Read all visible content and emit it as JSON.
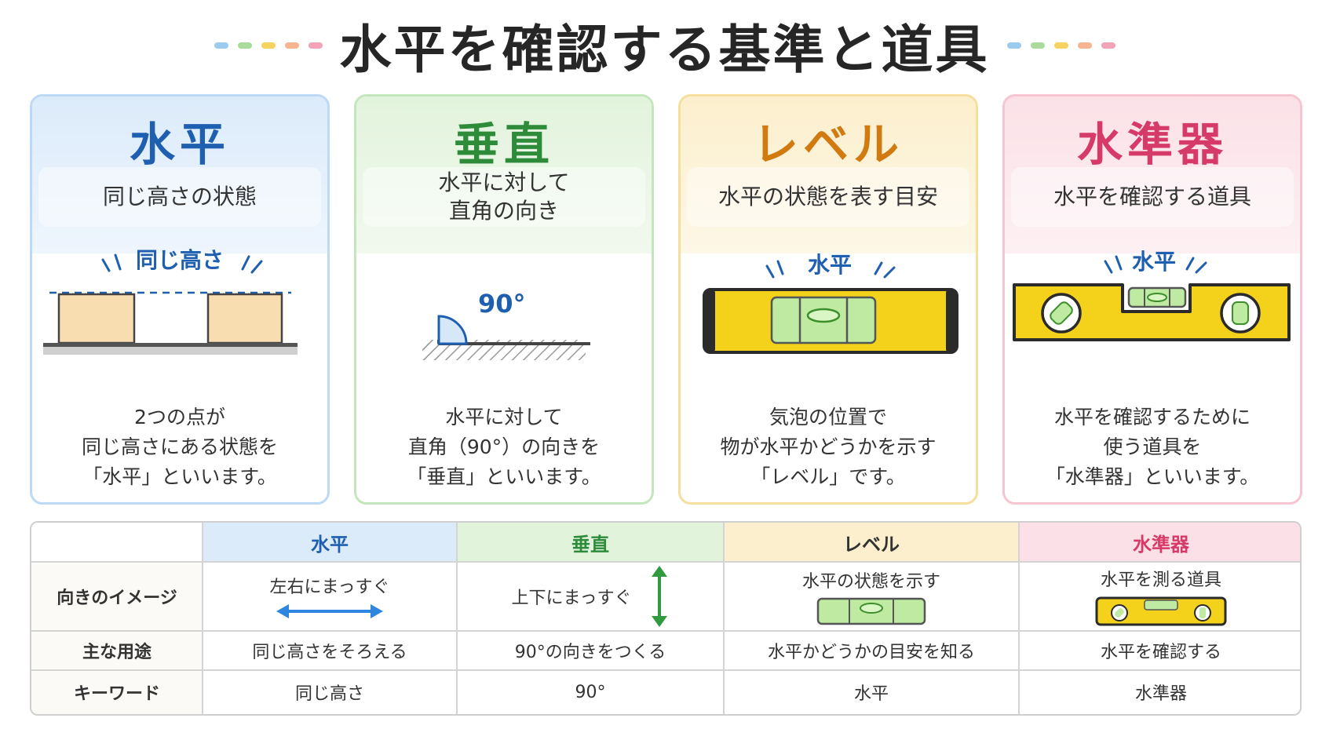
{
  "title": "水平を確認する基準と道具",
  "dash_colors": [
    "#9ccbf0",
    "#a9dc9c",
    "#f4d35e",
    "#f6b48f",
    "#f3a3b6"
  ],
  "cards": [
    {
      "title": "水平",
      "subtitle_lines": [
        "同じ高さの状態"
      ],
      "illustration_label": "同じ高さ",
      "description_lines": [
        "2つの点が",
        "同じ高さにある状態を",
        "「水平」といいます。"
      ],
      "accent": "#1f5fb0",
      "bg": "#dcebfa",
      "border": "#bcd9f5"
    },
    {
      "title": "垂直",
      "subtitle_lines": [
        "水平に対して",
        "直角の向き"
      ],
      "illustration_label": "90°",
      "description_lines": [
        "水平に対して",
        "直角（90°）の向きを",
        "「垂直」といいます。"
      ],
      "accent": "#2e8b3a",
      "bg": "#e2f3dc",
      "border": "#c5e6bc"
    },
    {
      "title": "レベル",
      "subtitle_lines": [
        "水平の状態を表す目安"
      ],
      "illustration_label": "水平",
      "description_lines": [
        "気泡の位置で",
        "物が水平かどうかを示す",
        "「レベル」です。"
      ],
      "accent": "#d07a10",
      "bg": "#fcefcd",
      "border": "#f6de9c"
    },
    {
      "title": "水準器",
      "subtitle_lines": [
        "水平を確認する道具"
      ],
      "illustration_label": "水平",
      "description_lines": [
        "水平を確認するために",
        "使う道具を",
        "「水準器」といいます。"
      ],
      "accent": "#d63a68",
      "bg": "#fbe1e7",
      "border": "#f6c5d1"
    }
  ],
  "table": {
    "headers": [
      "水平",
      "垂直",
      "レベル",
      "水準器"
    ],
    "header_colors": [
      "#1f5fb0",
      "#2e8b3a",
      "#333333",
      "#d63a68"
    ],
    "header_bgs": [
      "#dcebfa",
      "#e2f3dc",
      "#fcefcd",
      "#fbe1e7"
    ],
    "rows": [
      {
        "label": "向きのイメージ",
        "cells": [
          "左右にまっすぐ",
          "上下にまっすぐ",
          "水平の状態を示す",
          "水平を測る道具"
        ]
      },
      {
        "label": "主な用途",
        "cells": [
          "同じ高さをそろえる",
          "90°の向きをつくる",
          "水平かどうかの目安を知る",
          "水平を確認する"
        ]
      },
      {
        "label": "キーワード",
        "cells": [
          "同じ高さ",
          "90°",
          "水平",
          "水準器"
        ]
      }
    ]
  }
}
